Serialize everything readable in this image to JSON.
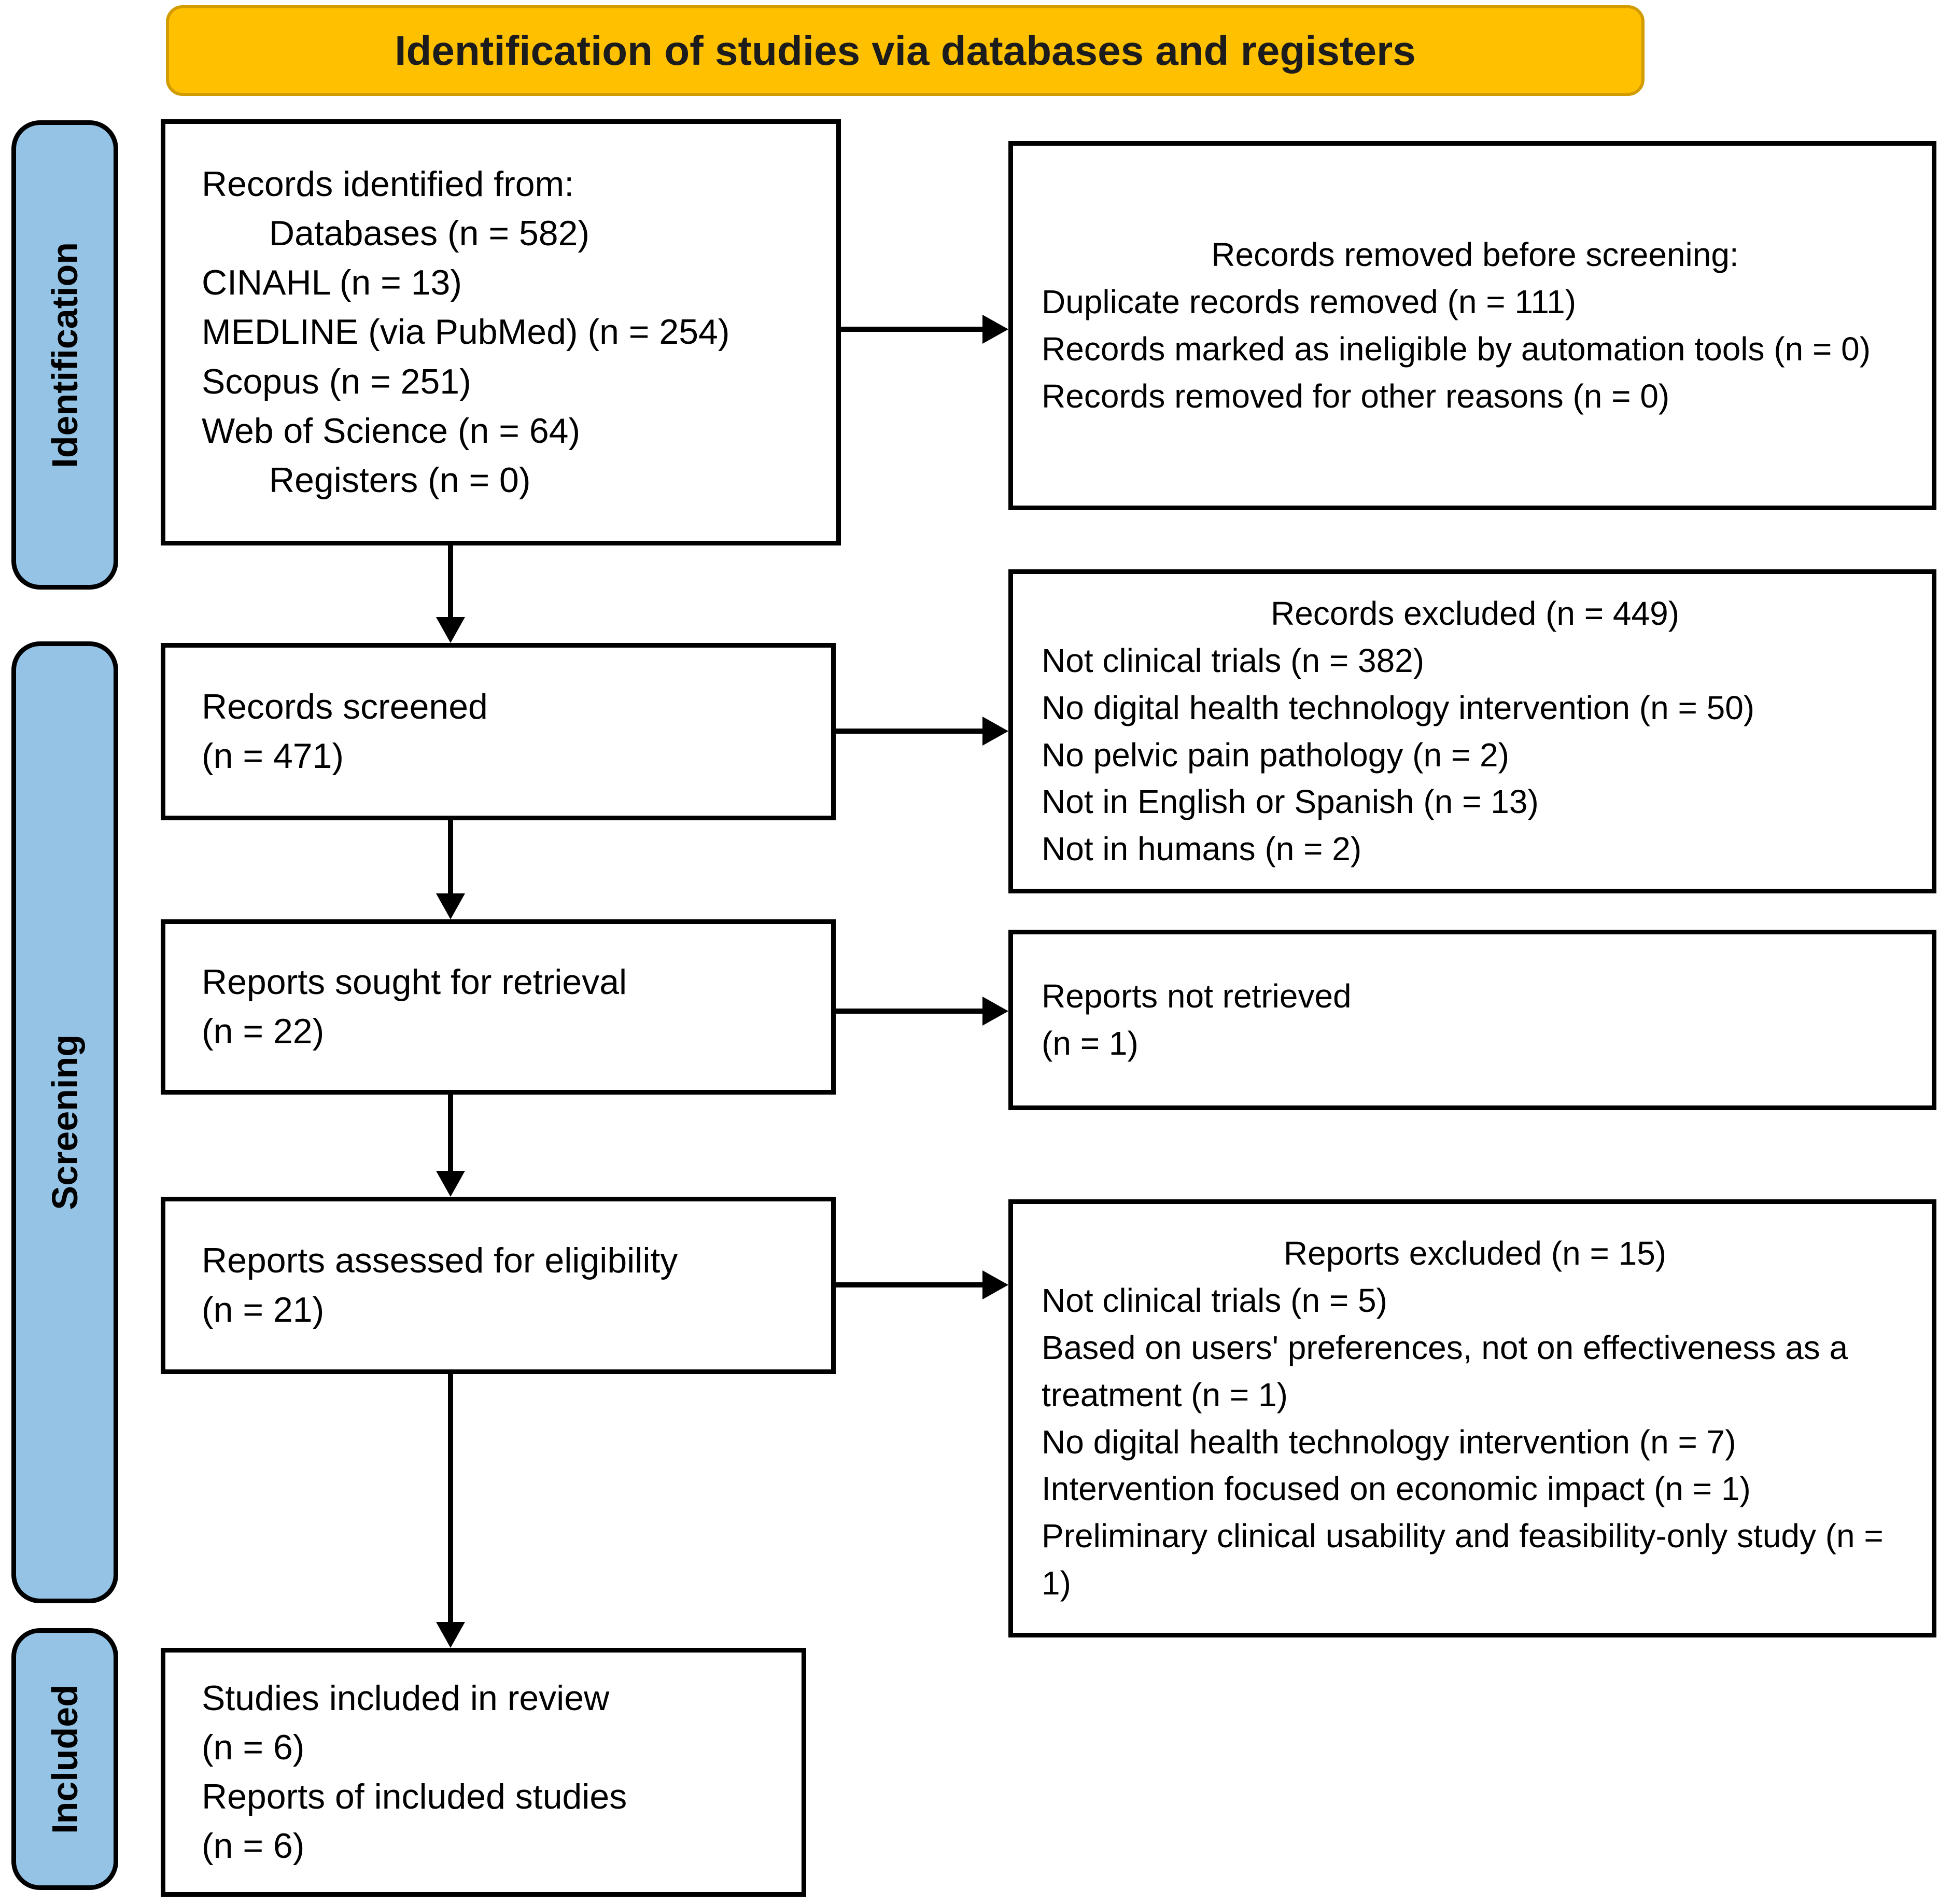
{
  "header": {
    "title": "Identification of studies via databases and registers"
  },
  "sidebar": {
    "stages": [
      {
        "label": "Identification"
      },
      {
        "label": "Screening"
      },
      {
        "label": "Included"
      }
    ]
  },
  "boxes": {
    "records_identified": {
      "lines": [
        "Records identified from:",
        "Databases (n = 582)",
        "CINAHL (n = 13)",
        "MEDLINE (via PubMed) (n = 254)",
        "Scopus (n = 251)",
        "Web of Science (n = 64)",
        "Registers (n = 0)"
      ]
    },
    "records_removed": {
      "heading": "Records removed before screening:",
      "lines": [
        "Duplicate records removed (n = 111)",
        "Records marked as ineligible by automation tools (n = 0)",
        "Records removed for other reasons (n = 0)"
      ]
    },
    "records_screened": {
      "lines": [
        "Records screened",
        "(n = 471)"
      ]
    },
    "records_excluded": {
      "heading": "Records excluded (n = 449)",
      "lines": [
        "Not clinical trials (n = 382)",
        "No digital health technology intervention (n = 50)",
        "No pelvic pain pathology (n = 2)",
        "Not in English or Spanish (n = 13)",
        "Not in humans (n = 2)"
      ]
    },
    "reports_sought": {
      "lines": [
        "Reports sought for retrieval",
        "(n = 22)"
      ]
    },
    "reports_not_retrieved": {
      "lines": [
        "Reports not retrieved",
        "(n = 1)"
      ]
    },
    "reports_assessed": {
      "lines": [
        "Reports assessed for eligibility",
        "(n = 21)"
      ]
    },
    "reports_excluded": {
      "heading": "Reports excluded (n = 15)",
      "lines": [
        "Not clinical trials (n = 5)",
        "Based on users' preferences, not on effectiveness as a treatment (n = 1)",
        "No digital health technology intervention (n = 7)",
        "Intervention focused on economic impact (n = 1)",
        "Preliminary clinical usability and feasibility-only study (n = 1)"
      ]
    },
    "studies_included": {
      "lines": [
        "Studies included in review",
        "(n = 6)",
        "Reports of included studies",
        "(n = 6)"
      ]
    }
  },
  "colors": {
    "title_bg": "#FFC000",
    "title_border": "#D29B00",
    "stage_bg": "#94C3E6",
    "box_border": "#000000"
  }
}
